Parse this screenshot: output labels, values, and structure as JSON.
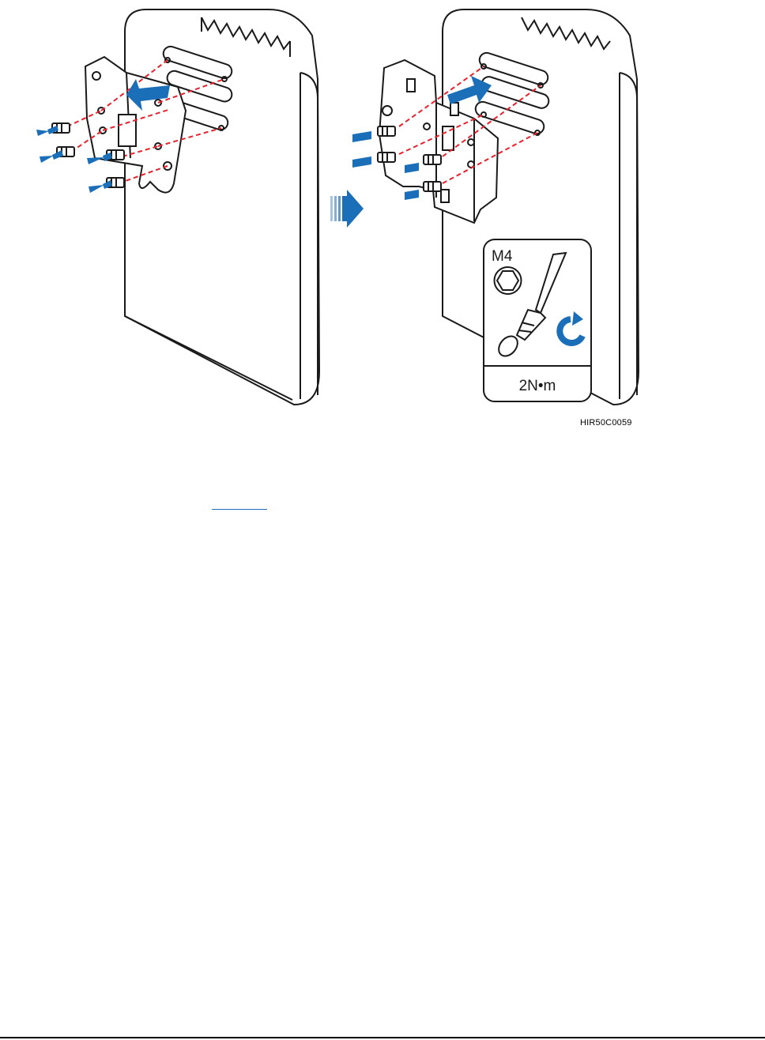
{
  "figure": {
    "id_label": "HIR50C0059",
    "tool_panel": {
      "screw_size": "M4",
      "torque": "2N•m"
    }
  },
  "link": {
    "text": ""
  },
  "colors": {
    "arrow_blue": "#1a6fb8",
    "dash_red": "#e8222d",
    "outline": "#1a1a1a"
  },
  "icons": {
    "step_arrow": "step-right-arrow-icon",
    "hex_head": "hex-socket-icon",
    "screwdriver": "screwdriver-icon",
    "tighten": "clockwise-rotate-icon"
  }
}
